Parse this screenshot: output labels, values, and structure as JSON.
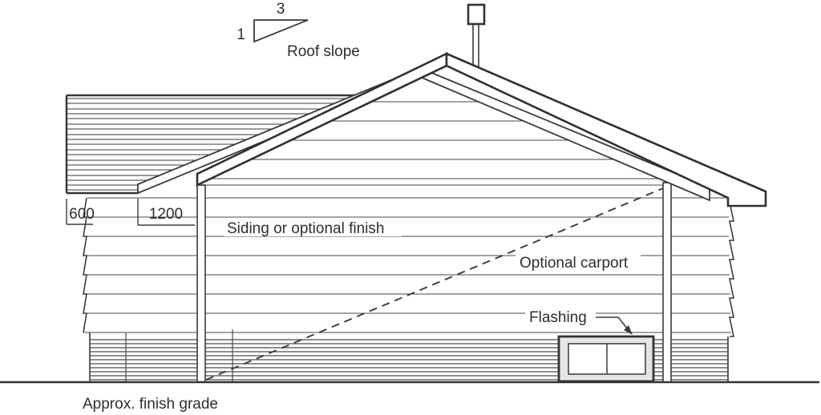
{
  "figure": {
    "type": "architectural-elevation-diagram",
    "labels": {
      "slope_run": "3",
      "slope_rise": "1",
      "roof_slope": "Roof slope",
      "dim_roof_overhang": "600",
      "dim_carport_overhang": "1200",
      "wall_finish": "Siding or optional finish",
      "carport": "Optional carport",
      "flashing": "Flashing",
      "grade": "Approx. finish grade"
    },
    "colors": {
      "line": "#3a3a3a",
      "thin_line": "#4a4a4a",
      "window_frame_fill": "#e5e5e5",
      "background": "#ffffff"
    }
  }
}
